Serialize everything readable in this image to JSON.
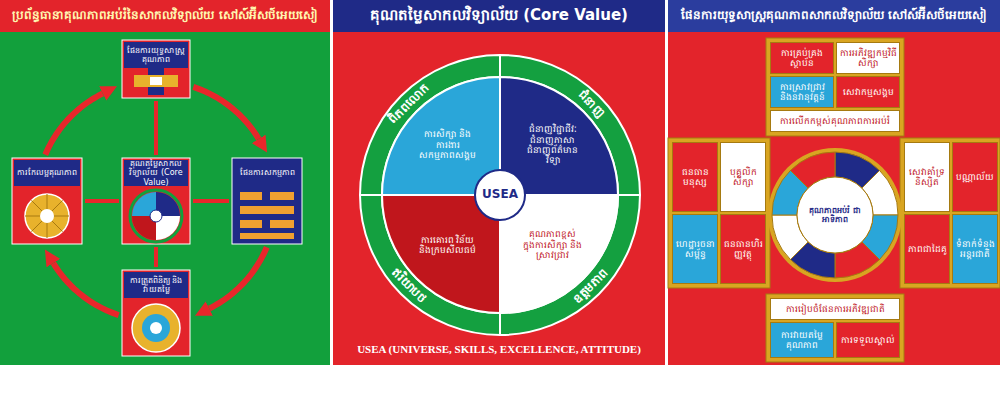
{
  "diagram": {
    "nodes": [
      {
        "text": [
          "ប្រព័ន្ធធានាគុណភាពអប់រំនៃសាកលវិទ្យាល័យ សៅស៍អ៊ីសថ៍អេយសៀ"
        ]
      },
      {
        "text": [
          "ផែនការយុទ្ធសាស្ត្រគុណភាព"
        ],
        "in": 0
      },
      {
        "text": [
          "ការកែលម្អគុណភាព"
        ],
        "in": 0
      },
      {
        "text": [
          "គុណតម្លៃសាកលវិទ្យាល័យ (Core Value)"
        ],
        "in": 0
      },
      {
        "text": [
          "ផែនការសកម្មភាព"
        ],
        "in": 0
      },
      {
        "text": [
          "ការត្រួតពិនិត្យ និងវាយតម្លៃ"
        ],
        "in": 0
      },
      {
        "text": [
          "គុណតម្លៃសាកលវិទ្យាល័យ (Core Value)",
          "USEA (UNIVERSE, SKILLS, EXCELLENCE, ATTITUDE)"
        ]
      },
      {
        "text": [
          "ពិភពលោក",
          "ការសិក្សា និងការងារ សកម្មភាពសង្គម"
        ],
        "in": 6
      },
      {
        "text": [
          "ជំនាញ",
          "ជំនាញវិជ្ជាជីវៈ ជំនាញភាសា ជំនាញព័ត៌មានវិទ្យា"
        ],
        "in": 6
      },
      {
        "text": [
          "ឥរិយាបថ",
          "ការគោរព វិន័យ និងក្រមសីលធម៌"
        ],
        "in": 6
      },
      {
        "text": [
          "ឧត្តមភាព",
          "គុណភាពខ្ពស់ ក្នុងការសិក្សា និងស្រាវជ្រាវ"
        ],
        "in": 6
      },
      {
        "text": [
          "USEA"
        ],
        "in": 6
      },
      {
        "text": [
          "ផែនការយុទ្ធសាស្ត្រគុណភាពសាកលវិទ្យាល័យ សៅស៍អ៊ីសថ៍អេយសៀ"
        ]
      },
      {
        "text": [
          "ការគ្រប់គ្រងស្ថាប័ន"
        ],
        "in": 12
      },
      {
        "text": [
          "ការអភិវឌ្ឍកម្មវិធីសិក្សា"
        ],
        "in": 12
      },
      {
        "text": [
          "ការស្រាវជ្រាវ និងនវានុវត្តន៍"
        ],
        "in": 12
      },
      {
        "text": [
          "សេវាកម្មសង្គម"
        ],
        "in": 12
      },
      {
        "text": [
          "ការលើកកម្ពស់គុណភាពការអប់រំ"
        ],
        "in": 12
      },
      {
        "text": [
          "ធនធានមនុស្ស"
        ],
        "in": 12
      },
      {
        "text": [
          "បុគ្គលិកសិក្សា"
        ],
        "in": 12
      },
      {
        "text": [
          "គុណភាពអប់រំ ជាអាទិភាព"
        ],
        "in": 12
      },
      {
        "text": [
          "សេវាគាំទ្រនិស្សិត"
        ],
        "in": 12
      },
      {
        "text": [
          "បណ្ណាល័យ"
        ],
        "in": 12
      },
      {
        "text": [
          "ហេដ្ឋារចនាសម្ព័ន្ធ"
        ],
        "in": 12
      },
      {
        "text": [
          "ធនធានហិរញ្ញវត្ថុ"
        ],
        "in": 12
      },
      {
        "text": [
          "ភាពជាដៃគូ"
        ],
        "in": 12
      },
      {
        "text": [
          "ទំនាក់ទំនងអន្តរជាតិ"
        ],
        "in": 12
      },
      {
        "text": [
          "ការរៀបចំផែនការអភិវឌ្ឍជាតិ"
        ],
        "in": 12
      },
      {
        "text": [
          "ការវាយតម្លៃគុណភាព"
        ],
        "in": 12
      },
      {
        "text": [
          "ការទទួលស្គាល់"
        ],
        "in": 12
      }
    ],
    "edges": [
      {
        "from": 1,
        "to": 4,
        "arrow": "to"
      },
      {
        "from": 4,
        "to": 5,
        "arrow": "to"
      },
      {
        "from": 5,
        "to": 2,
        "arrow": "to"
      },
      {
        "from": 2,
        "to": 1,
        "arrow": "to"
      },
      {
        "from": 3,
        "to": 1,
        "arrow": "none"
      },
      {
        "from": 3,
        "to": 2,
        "arrow": "none"
      },
      {
        "from": 3,
        "to": 4,
        "arrow": "none"
      },
      {
        "from": 3,
        "to": 5,
        "arrow": "none"
      }
    ]
  }
}
